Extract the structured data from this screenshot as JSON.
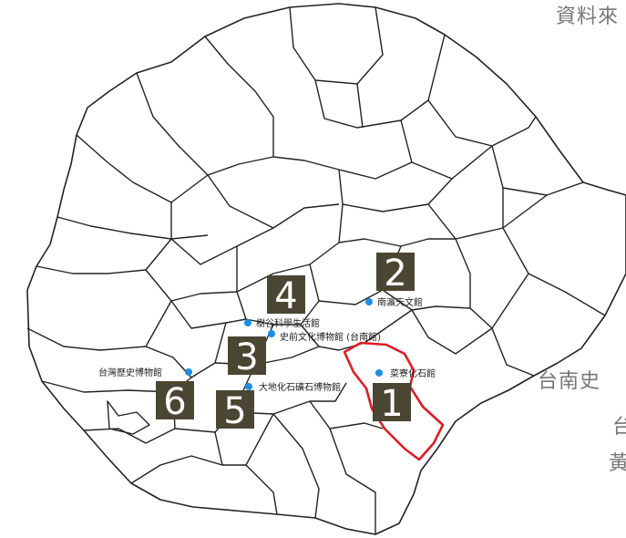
{
  "edge_text": [
    {
      "id": "right-top",
      "text": "資料來"
    },
    {
      "id": "right-mid",
      "text": "台南史"
    },
    {
      "id": "right-a",
      "text": "台"
    },
    {
      "id": "right-b",
      "text": "黃"
    }
  ],
  "places": [
    {
      "id": "nanying-observatory",
      "label": "南瀛天文館",
      "badge": "2"
    },
    {
      "id": "shugu-science-museum",
      "label": "樹谷科學生活館",
      "badge": "4"
    },
    {
      "id": "prehistory-museum",
      "label": "史前文化博物館 (台南館)",
      "badge": "3"
    },
    {
      "id": "zuozhen-fossil-museum",
      "label": "菜寮化石館",
      "badge": "1"
    },
    {
      "id": "taiwan-history-museum",
      "label": "台灣歷史博物館",
      "badge": "6"
    },
    {
      "id": "dadi-fossil-museum",
      "label": "大地化石礦石博物館",
      "badge": "5"
    }
  ],
  "colors": {
    "dot": "#1a8fe6",
    "highlight": "#e01b24",
    "badge_bg": "#4a4633",
    "badge_text": "#ffffff",
    "border": "#222222"
  }
}
